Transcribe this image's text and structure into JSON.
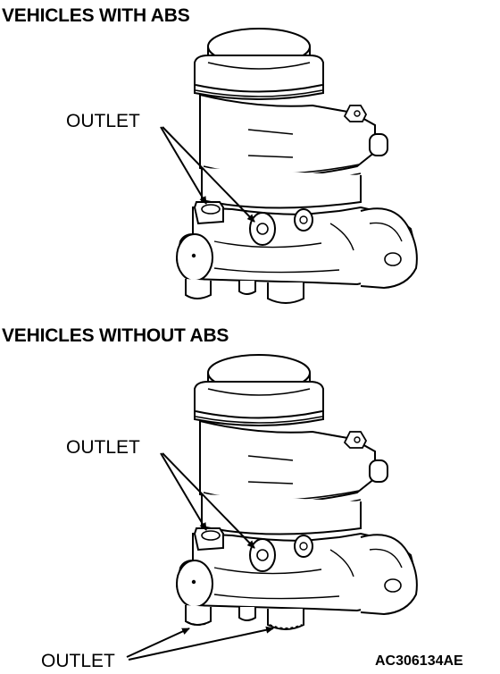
{
  "sections": [
    {
      "heading": "VEHICLES WITH ABS",
      "outlet_label": "OUTLET"
    },
    {
      "heading": "VEHICLES WITHOUT ABS",
      "outlet_label": "OUTLET",
      "bottom_outlet_label": "OUTLET"
    }
  ],
  "figure_code": "AC306134AE"
}
